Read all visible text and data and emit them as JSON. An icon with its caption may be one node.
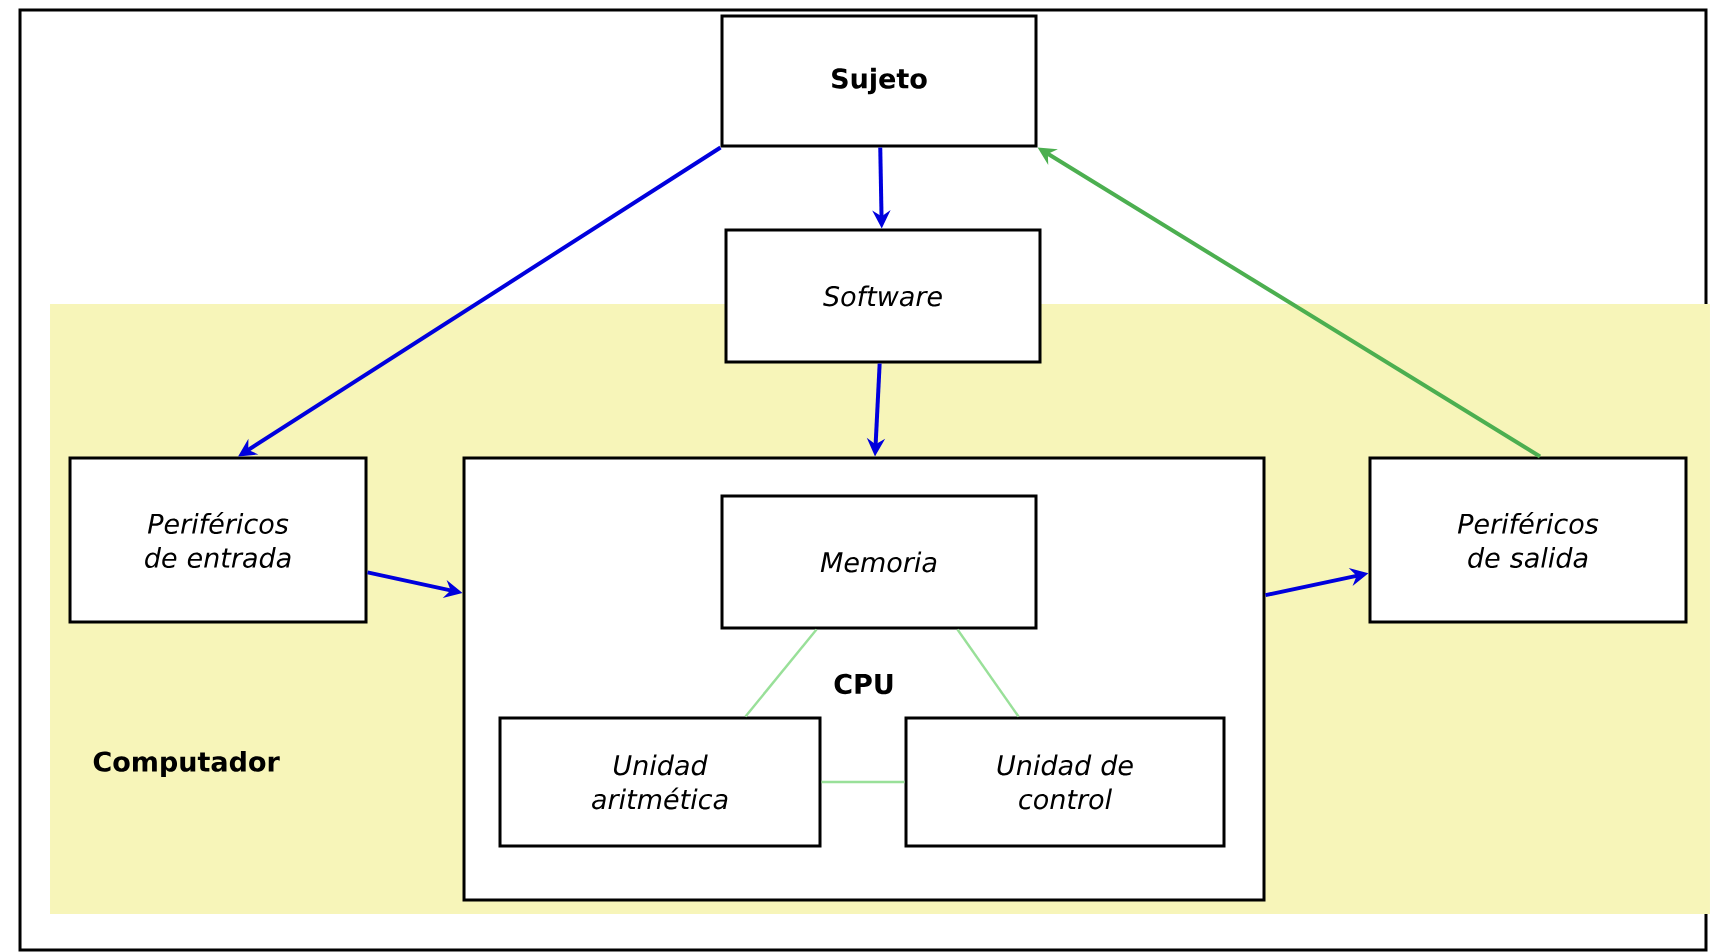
{
  "diagram": {
    "nodes": [
      {
        "text": [
          "Computador"
        ]
      },
      {
        "text": [
          "Sujeto"
        ]
      },
      {
        "text": [
          "Software"
        ]
      },
      {
        "text": [
          "Periféricos de entrada"
        ],
        "in": 0
      },
      {
        "text": [
          "CPU"
        ],
        "in": 0
      },
      {
        "text": [
          "Periféricos de salida"
        ],
        "in": 0
      },
      {
        "text": [
          "Memoria"
        ],
        "in": 4
      },
      {
        "text": [
          "Unidad aritmética"
        ],
        "in": 4
      },
      {
        "text": [
          "Unidad de control"
        ],
        "in": 4
      }
    ],
    "edges": [
      {
        "from": 1,
        "to": 3,
        "arrow": "to"
      },
      {
        "from": 1,
        "to": 2,
        "arrow": "to"
      },
      {
        "from": 2,
        "to": 4,
        "arrow": "to"
      },
      {
        "from": 3,
        "to": 4,
        "arrow": "to"
      },
      {
        "from": 4,
        "to": 5,
        "arrow": "to"
      },
      {
        "from": 5,
        "to": 1,
        "arrow": "to",
        "color": "#4caf50"
      },
      {
        "from": 6,
        "to": 7,
        "arrow": "none",
        "color": "#99e099"
      },
      {
        "from": 6,
        "to": 8,
        "arrow": "none",
        "color": "#99e099"
      },
      {
        "from": 7,
        "to": 8,
        "arrow": "none",
        "color": "#99e099"
      }
    ]
  }
}
